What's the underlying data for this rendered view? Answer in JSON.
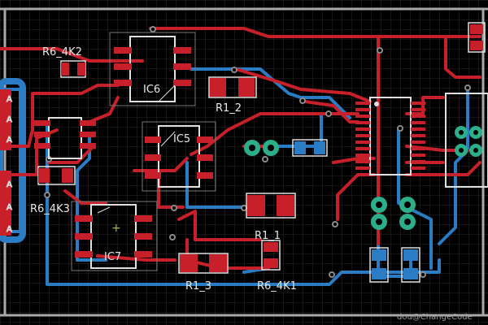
{
  "colors": {
    "background": "#000000",
    "grid": "#2a2a2a",
    "frame": "#a8a8a8",
    "top_copper": "#c8202a",
    "bottom_copper": "#2a7cc4",
    "silkscreen": "#d9d9d9",
    "pad_via": "#2cae8a",
    "via_ring": "#8a8a8a"
  },
  "components": {
    "ic6": "IC6",
    "ic5": "IC5",
    "ic7": "IC7",
    "r6_4k2": "R6_4K2",
    "r6_4k3": "R6_4K3",
    "r6_4k1": "R6_4K1",
    "r1_2": "R1_2",
    "r1_1": "R1_1",
    "r1_3": "R1_3"
  },
  "watermark": "dou@ChangeCode"
}
